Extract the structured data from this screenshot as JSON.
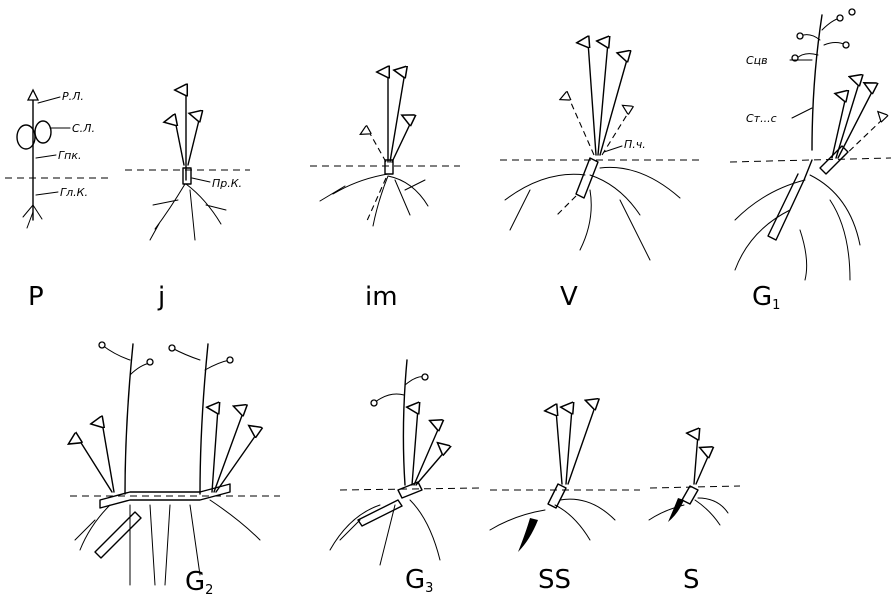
{
  "stages": [
    {
      "id": "P",
      "label": "P",
      "sub": ""
    },
    {
      "id": "j",
      "label": "j",
      "sub": ""
    },
    {
      "id": "im",
      "label": "im",
      "sub": ""
    },
    {
      "id": "V",
      "label": "V",
      "sub": ""
    },
    {
      "id": "G1",
      "label": "G",
      "sub": "1"
    },
    {
      "id": "G2",
      "label": "G",
      "sub": "2"
    },
    {
      "id": "G3",
      "label": "G",
      "sub": "3"
    },
    {
      "id": "SS",
      "label": "SS",
      "sub": ""
    },
    {
      "id": "S",
      "label": "S",
      "sub": ""
    }
  ],
  "annotations": {
    "rl": "Р.Л.",
    "sl": "С.Л.",
    "gpk": "Гпк.",
    "glk": "Гл.К.",
    "prk": "Пр.К.",
    "pch": "П.ч.",
    "sciv": "Сцв",
    "stl": "Ст...с"
  }
}
